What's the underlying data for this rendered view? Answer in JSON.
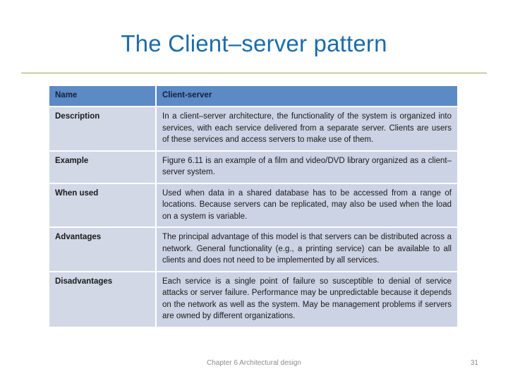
{
  "slide": {
    "title": "The Client–server pattern",
    "accent_color": "#1b6cab",
    "rule_color": "#9fa45c",
    "header_bg": "#5b8ac5",
    "cell_bg": "#ccd3e4",
    "label_bg": "#d2d8e6"
  },
  "table": {
    "header": {
      "label": "Name",
      "value": "Client-server"
    },
    "rows": [
      {
        "label": "Description",
        "value": "In a client–server architecture, the functionality of the system is organized into services, with each service delivered from a separate server. Clients are users of these services and access servers to make use of them."
      },
      {
        "label": "Example",
        "value": "Figure 6.11 is an example of a film and video/DVD library organized as a client–server system."
      },
      {
        "label": "When used",
        "value": "Used when data in a shared database has to be accessed from a range of locations. Because servers can be replicated, may also be used when the load on a system is variable."
      },
      {
        "label": "Advantages",
        "value": "The principal advantage of this model is that servers can be distributed across a network. General functionality (e.g., a printing service) can be available to all clients and does not need to be implemented by all services."
      },
      {
        "label": "Disadvantages",
        "value": "Each service is a single point of failure so susceptible to denial of service attacks or server failure. Performance may be unpredictable because it depends on the network as well as the system. May be management problems if servers are owned by different organizations."
      }
    ]
  },
  "footer": {
    "chapter": "Chapter 6 Architectural design",
    "page_number": "31"
  }
}
